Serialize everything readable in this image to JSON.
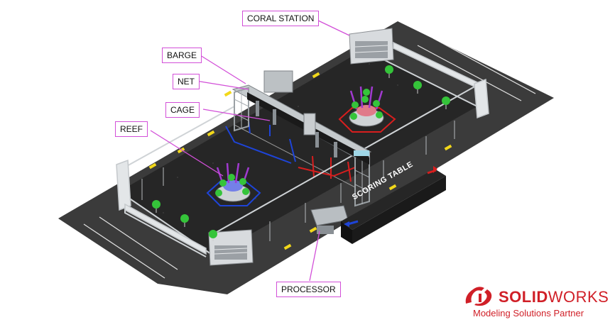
{
  "labels": {
    "coral_station": "CORAL STATION",
    "barge": "BARGE",
    "net": "NET",
    "cage": "CAGE",
    "reef": "REEF",
    "processor": "PROCESSOR",
    "scoring_table": "SCORING TABLE"
  },
  "logo": {
    "brand_solid": "SOLID",
    "brand_works": "WORKS",
    "tagline": "Modeling Solutions Partner"
  },
  "colors": {
    "callout_border": "#d24fd8",
    "leader_line": "#d24fd8",
    "field_carpet": "#2e2e2e",
    "outer_floor": "#3a3a3a",
    "blue_alliance": "#1e44d8",
    "red_alliance": "#d81e1e",
    "algae_green": "#35c43a",
    "coral_purple": "#a13ad0",
    "brand_red": "#d01f27"
  }
}
